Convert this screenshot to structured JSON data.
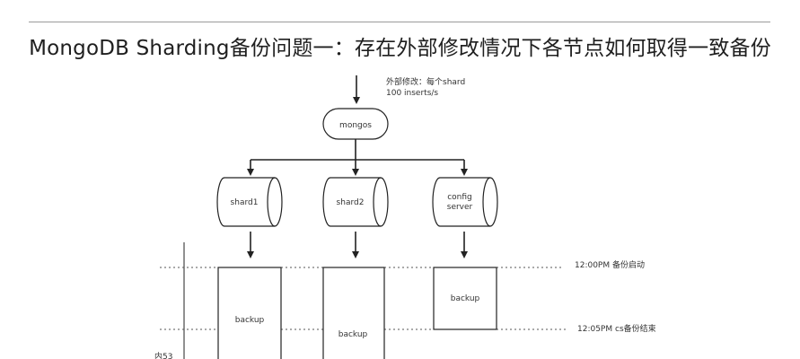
{
  "title": "MongoDB Sharding备份问题一：存在外部修改情况下各节点如何取得一致备份",
  "annotation": {
    "line1": "外部修改：每个shard",
    "line2": "100 inserts/s"
  },
  "nodes": {
    "mongos": "mongos",
    "shard1": "shard1",
    "shard2": "shard2",
    "config_line1": "config",
    "config_line2": "server"
  },
  "backup_label": "backup",
  "timeline": {
    "start": "12:00PM 备份启动",
    "config_end": "12:05PM cs备份结束",
    "cutoff_label": "内53"
  }
}
